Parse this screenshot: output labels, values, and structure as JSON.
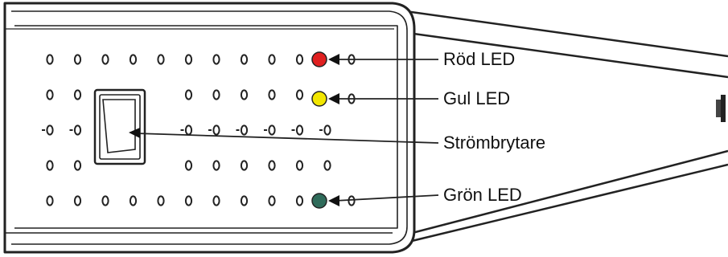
{
  "diagram": {
    "labels": {
      "red_led": "Röd LED",
      "yellow_led": "Gul LED",
      "power_switch": "Strömbrytare",
      "green_led": "Grön LED"
    },
    "colors": {
      "red_led": "#e02020",
      "yellow_led": "#f2e600",
      "green_led": "#2f6b5a",
      "outline": "#222222",
      "panel": "#ffffff"
    },
    "vent_rows": 5,
    "vent_columns": 11
  }
}
